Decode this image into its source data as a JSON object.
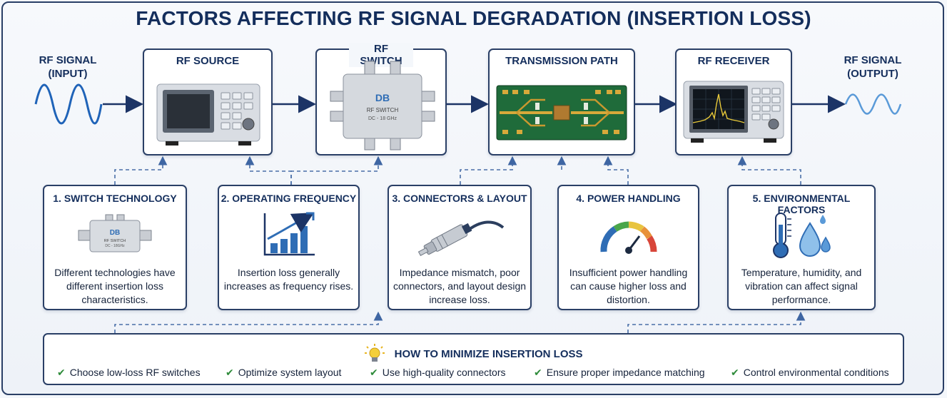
{
  "title": "FACTORS AFFECTING RF SIGNAL DEGRADATION (INSERTION LOSS)",
  "input_label": [
    "RF SIGNAL",
    "(INPUT)"
  ],
  "output_label": [
    "RF SIGNAL",
    "(OUTPUT)"
  ],
  "stages": [
    {
      "label": "RF SOURCE",
      "icon": "signal-generator-icon"
    },
    {
      "label": "RF SWITCH",
      "icon": "rf-switch-icon",
      "device_text": [
        "DB",
        "RF SWITCH",
        "DC - 18 GHz"
      ]
    },
    {
      "label": "TRANSMISSION PATH",
      "icon": "pcb-board-icon"
    },
    {
      "label": "RF RECEIVER",
      "icon": "spectrum-analyzer-icon"
    }
  ],
  "factors": [
    {
      "title": "1. SWITCH TECHNOLOGY",
      "desc": "Different technologies have different insertion loss characteristics.",
      "icon": "rf-switch-small-icon",
      "device_text": [
        "DB",
        "RF SWITCH",
        "DC - 18GHz"
      ]
    },
    {
      "title": "2. OPERATING FREQUENCY",
      "desc": "Insertion loss generally increases as frequency rises.",
      "icon": "rising-bar-chart-icon"
    },
    {
      "title": "3. CONNECTORS & LAYOUT",
      "desc": "Impedance mismatch, poor connectors, and layout design increase loss.",
      "icon": "coax-connector-icon"
    },
    {
      "title": "4. POWER HANDLING",
      "desc": "Insufficient power handling can cause higher loss and distortion.",
      "icon": "power-gauge-icon"
    },
    {
      "title": "5. ENVIRONMENTAL FACTORS",
      "desc": "Temperature, humidity, and vibration can affect signal performance.",
      "icon": "thermometer-droplet-icon"
    }
  ],
  "minimize": {
    "title": "HOW TO MINIMIZE INSERTION LOSS",
    "icon": "lightbulb-icon",
    "tips": [
      "Choose low-loss RF switches",
      "Optimize system layout",
      "Use high-quality connectors",
      "Ensure proper impedance matching",
      "Control environmental conditions"
    ]
  },
  "colors": {
    "navy": "#142e5c",
    "border": "#2a3f66",
    "wave_in": "#1f63b8",
    "wave_out": "#5a9ad8",
    "check": "#2e8b3a",
    "dashed": "#4a6fa8"
  }
}
